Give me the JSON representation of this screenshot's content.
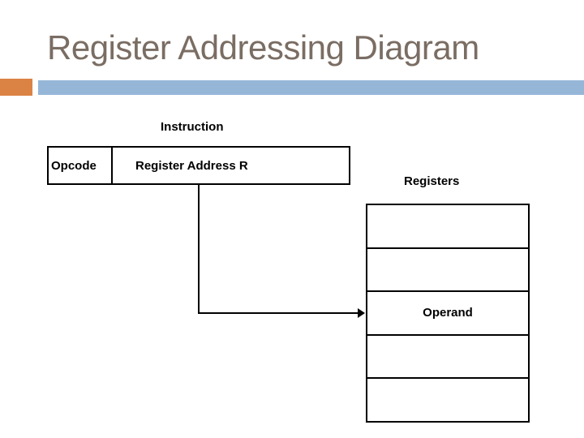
{
  "slide": {
    "title": "Register Addressing Diagram",
    "colors": {
      "title_text": "#7A6D63",
      "accent_orange": "#DB8345",
      "accent_blue": "#95B6D7",
      "diagram_lines": "#000000",
      "background": "#FFFFFF"
    }
  },
  "diagram": {
    "instruction_label": "Instruction",
    "instruction_fields": {
      "opcode": "Opcode",
      "register_address": "Register Address R"
    },
    "registers_label": "Registers",
    "register_rows": [
      "",
      "",
      "Operand",
      "",
      ""
    ],
    "operand_row_index": 2,
    "arrow": "from Register Address R field to Operand register row"
  }
}
